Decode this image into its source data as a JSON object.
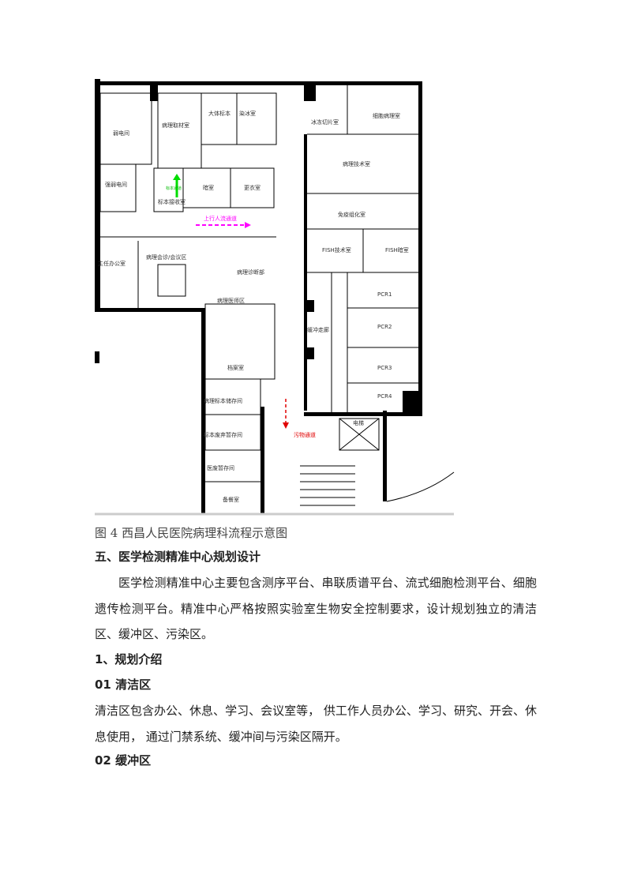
{
  "figure": {
    "caption": "图 4  西昌人民医院病理科流程示意图",
    "rooms": {
      "weak_room": "弱电间",
      "grossing": "病理取材室",
      "specimen": "大体标本",
      "frozen_wash": "染冰室",
      "elec_room": "强弱电间",
      "reception": "标本接收室",
      "dark": "暗室",
      "changing": "更衣室",
      "director": "主任办公室",
      "meeting": "病理会诊/会议区",
      "diagnosis": "病理诊断部",
      "doctors": "病理医师区",
      "archive": "档案室",
      "frozen": "冰冻切片室",
      "cytology": "细胞病理室",
      "technique": "病理技术室",
      "ihc": "免疫组化室",
      "fish_tech": "FISH技术室",
      "fish_dark": "FISH暗室",
      "pcr1": "PCR1",
      "pcr2": "PCR2",
      "pcr3": "PCR3",
      "pcr4": "PCR4",
      "buffer": "缓冲走廊",
      "storage": "病理标本储存间",
      "waste_specimen": "标本废弃暂存间",
      "medical_waste": "医废暂存间",
      "pantry": "备餐室",
      "elevator": "电梯"
    },
    "flows": {
      "staff": "上行人流通道",
      "dirty": "污物通道",
      "specimen_in": "标本通道"
    },
    "colors": {
      "staff_flow": "#ff00ff",
      "dirty_flow": "#e00000",
      "specimen_flow": "#00dd00"
    }
  },
  "section": {
    "heading": "五、医学检测精准中心规划设计",
    "paragraph": "医学检测精准中心主要包含测序平台、串联质谱平台、流式细胞检测平台、细胞遗传检测平台。精准中心严格按照实验室生物安全控制要求，设计规划独立的清洁区、缓冲区、污染区。",
    "sub_heading": "1、规划介绍",
    "clean_heading": "01 清洁区",
    "clean_text": "清洁区包含办公、休息、学习、会议室等， 供工作人员办公、学习、研究、开会、休息使用， 通过门禁系统、缓冲间与污染区隔开。",
    "buffer_heading": "02 缓冲区"
  }
}
